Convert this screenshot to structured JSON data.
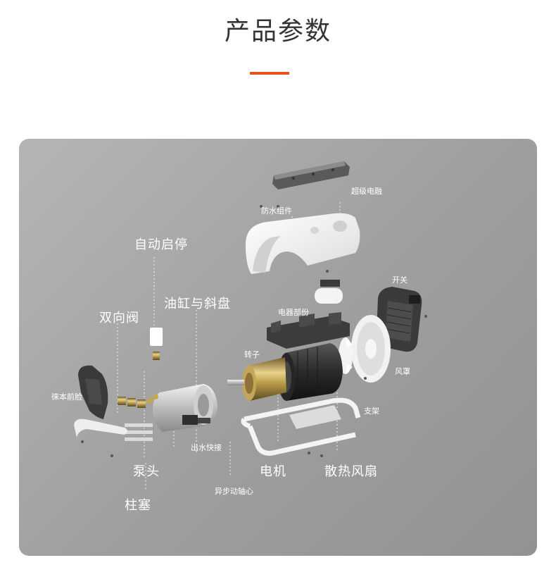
{
  "title": "产品参数",
  "labels": {
    "super_fuse": "超级电融",
    "waterproof": "防水组件",
    "auto_stop": "自动启停",
    "switch": "开关",
    "cylinder": "油缸与斜盘",
    "electrical": "电器部份",
    "check_valve": "双向阀",
    "rotor": "转子",
    "fan_cover": "风罩",
    "face_plate": "徕本前脸",
    "bracket": "支架",
    "outlet": "出水快接",
    "pump_head": "泵头",
    "motor": "电机",
    "cooling_fan": "散热风扇",
    "async_shaft": "异步动轴心",
    "plunger": "柱塞"
  },
  "colors": {
    "title": "#333333",
    "accent": "#e8541e",
    "panel": "#a6a6a6",
    "label": "#ffffff"
  }
}
